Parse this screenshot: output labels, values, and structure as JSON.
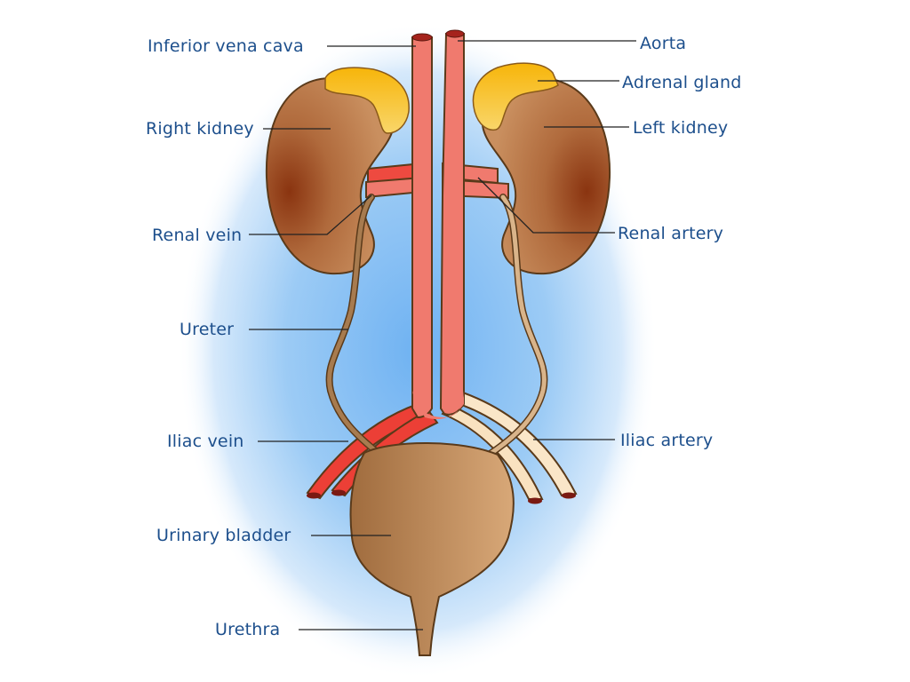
{
  "labels": {
    "inferior_vena_cava": "Inferior vena cava",
    "aorta": "Aorta",
    "adrenal_gland": "Adrenal gland",
    "right_kidney": "Right kidney",
    "left_kidney": "Left kidney",
    "renal_vein": "Renal vein",
    "renal_artery": "Renal artery",
    "ureter": "Ureter",
    "iliac_vein": "Iliac vein",
    "iliac_artery": "Iliac artery",
    "urinary_bladder": "Urinary bladder",
    "urethra": "Urethra"
  },
  "colors": {
    "background_glow": "#8fc3f5",
    "vessels": "#f07a6e",
    "vessel_dark": "#e8463f",
    "iliac_artery": "#f9e3c2",
    "kidney": "#b8703e",
    "kidney_center": "#8e3a12",
    "adrenal": "#f5c623",
    "ureter": "#a77b4f",
    "bladder": "#b98a5a",
    "label_text": "#1d4f8c"
  }
}
